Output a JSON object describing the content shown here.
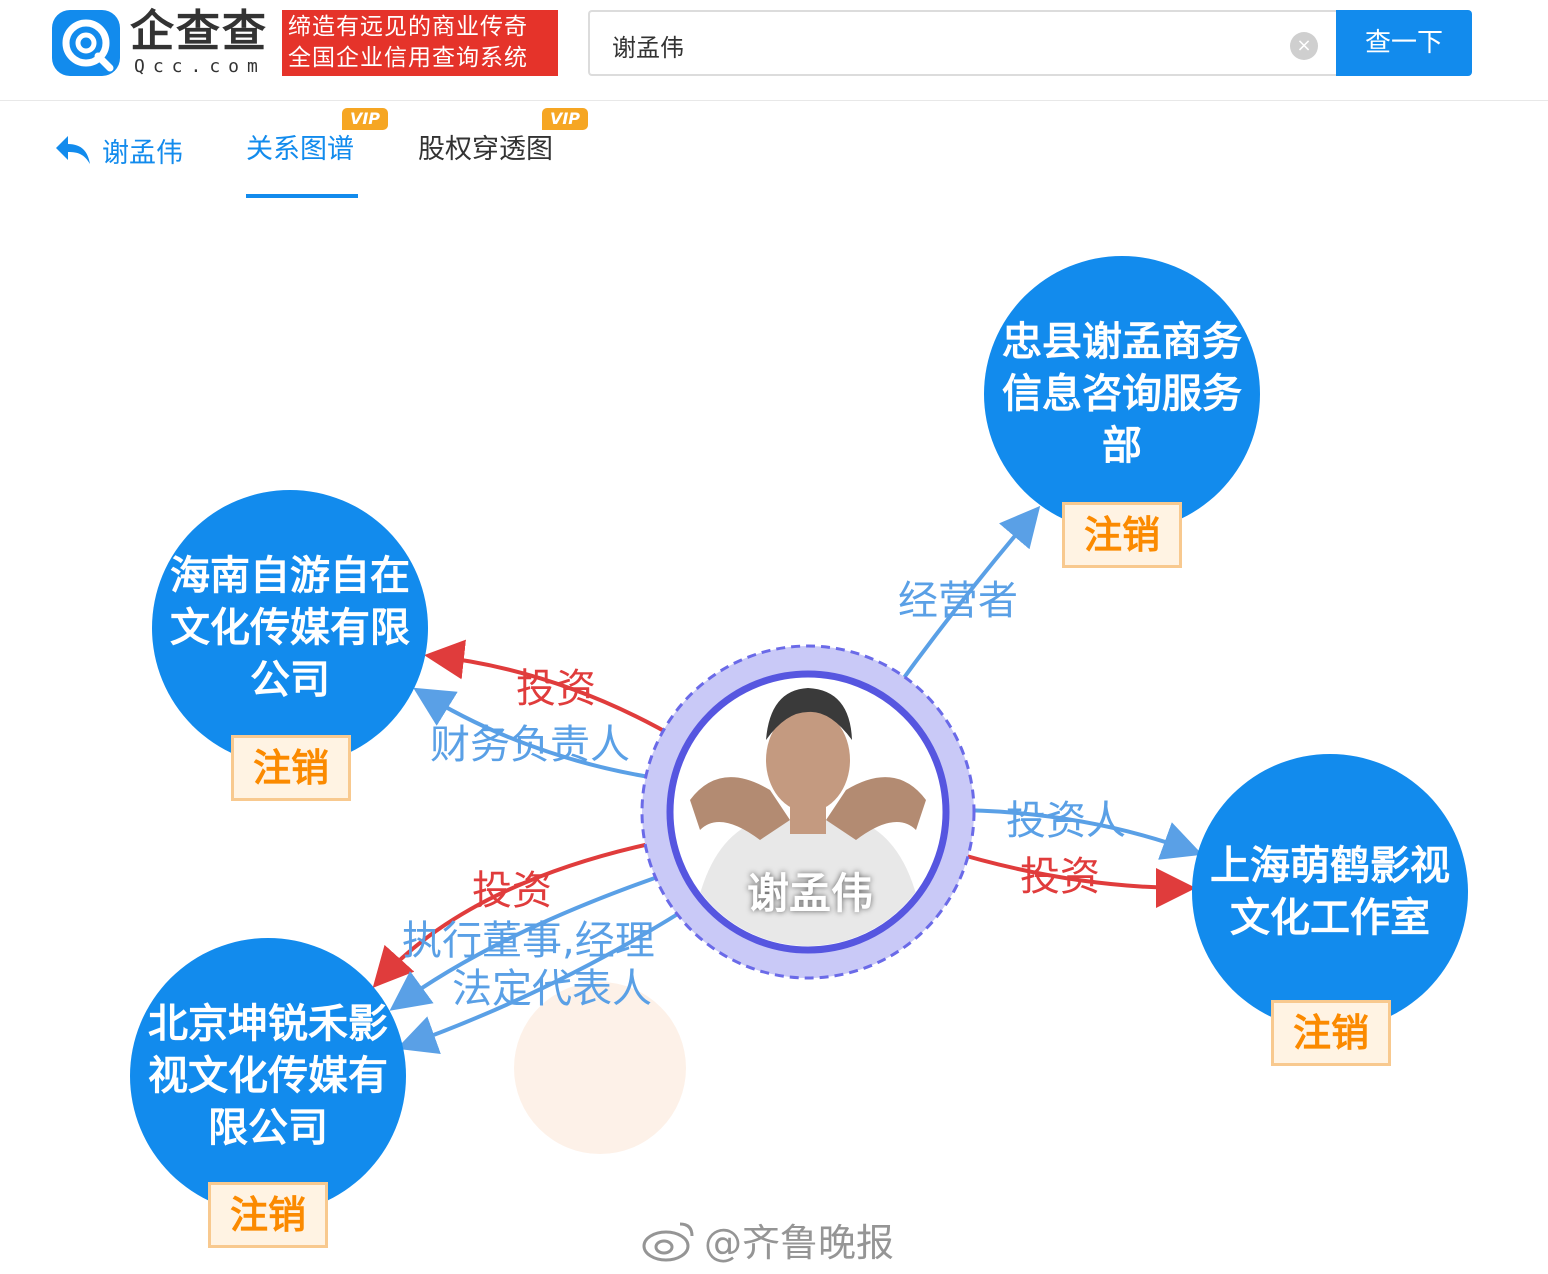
{
  "header": {
    "logo_text": "企查查",
    "logo_sub": "Qcc.com",
    "slogan_line1": "缔造有远见的商业传奇",
    "slogan_line2": "全国企业信用查询系统",
    "search_value": "谢孟伟",
    "search_button": "查一下",
    "brand_color": "#128bed"
  },
  "tabs": {
    "back_label": "谢孟伟",
    "items": [
      {
        "label": "关系图谱",
        "active": true,
        "badge": "VIP"
      },
      {
        "label": "股权穿透图",
        "active": false,
        "badge": "VIP"
      }
    ]
  },
  "graph": {
    "person": {
      "name": "谢孟伟"
    },
    "companies": [
      {
        "name": "忠县谢孟商务信息咨询服务部",
        "status": "注销"
      },
      {
        "name": "海南自游自在文化传媒有限公司",
        "status": "注销"
      },
      {
        "name": "上海萌鹤影视文化工作室",
        "status": "注销"
      },
      {
        "name": "北京坤锐禾影视文化传媒有限公司",
        "status": "注销"
      }
    ],
    "edge_labels": {
      "operator": "经营者",
      "invest_1": "投资",
      "finance_head": "财务负责人",
      "investor": "投资人",
      "invest_2": "投资",
      "invest_3": "投资",
      "exec_director": "执行董事,经理",
      "legal_rep": "法定代表人"
    },
    "colors": {
      "invest": "#e03c3c",
      "role": "#5aa0e6",
      "status": "#fb8a00"
    }
  },
  "watermark": {
    "text": "@齐鲁晚报"
  }
}
